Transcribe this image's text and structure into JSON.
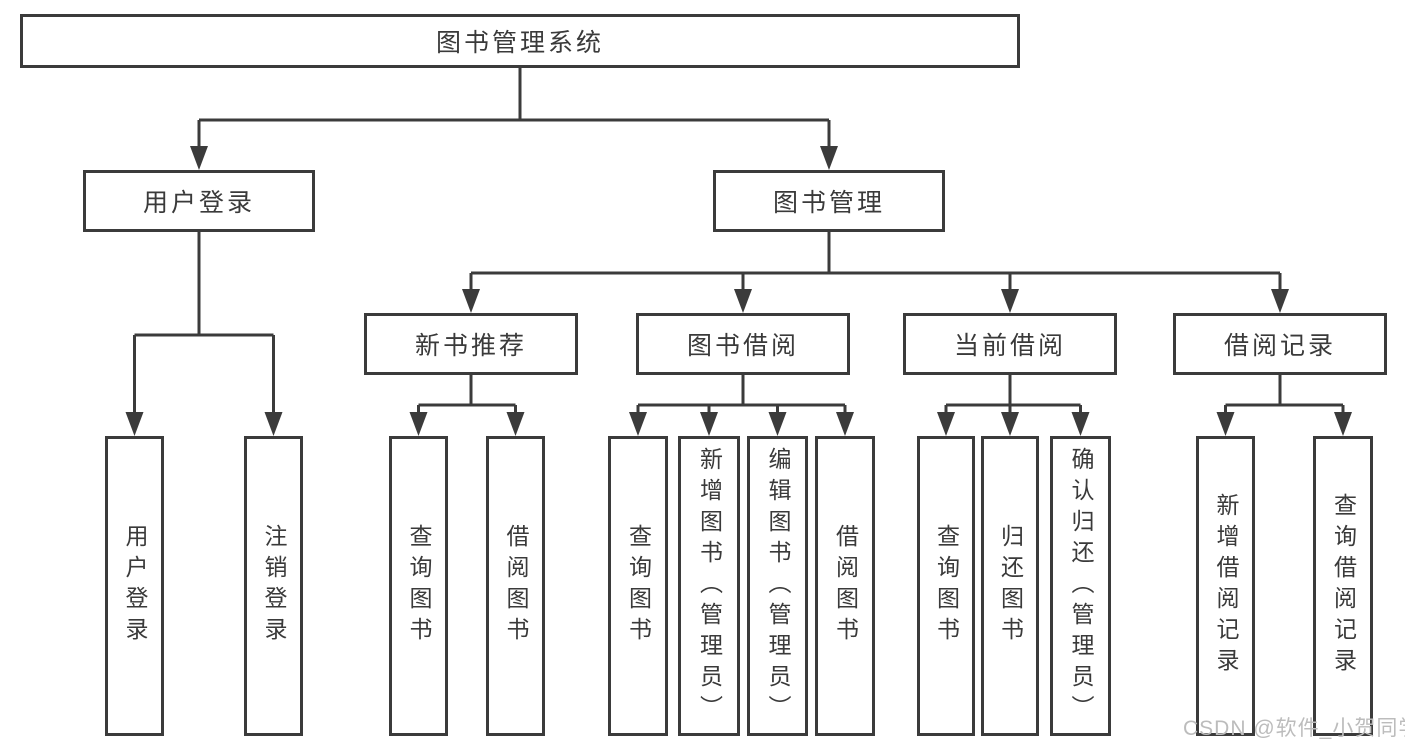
{
  "diagram": {
    "root": {
      "label": "图书管理系统"
    },
    "branches": [
      {
        "label": "用户登录",
        "children": [
          {
            "label": "用户登录"
          },
          {
            "label": "注销登录"
          }
        ]
      },
      {
        "label": "图书管理",
        "children": [
          {
            "label": "新书推荐",
            "children": [
              {
                "label": "查询图书"
              },
              {
                "label": "借阅图书"
              }
            ]
          },
          {
            "label": "图书借阅",
            "children": [
              {
                "label": "查询图书"
              },
              {
                "label": "新增图书（管理员）"
              },
              {
                "label": "编辑图书（管理员）"
              },
              {
                "label": "借阅图书"
              }
            ]
          },
          {
            "label": "当前借阅",
            "children": [
              {
                "label": "查询图书"
              },
              {
                "label": "归还图书"
              },
              {
                "label": "确认归还（管理员）"
              }
            ]
          },
          {
            "label": "借阅记录",
            "children": [
              {
                "label": "新增借阅记录"
              },
              {
                "label": "查询借阅记录"
              }
            ]
          }
        ]
      }
    ]
  },
  "watermark": {
    "text": "CSDN @软件_小贺同学"
  },
  "colors": {
    "line": "#3b3b3b",
    "text": "#3a3a3a",
    "watermark": "#bcbcbc",
    "background": "#ffffff"
  }
}
